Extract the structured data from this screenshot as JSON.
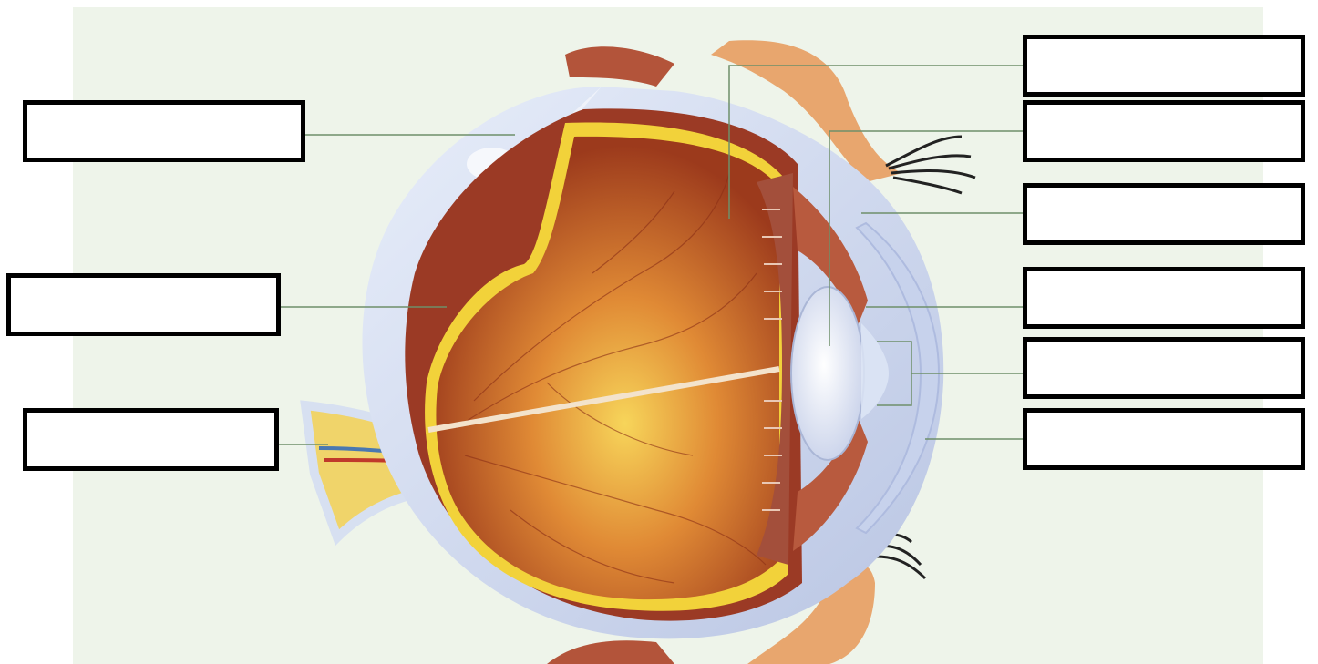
{
  "diagram": {
    "subject": "eye-cross-section",
    "colors": {
      "background": "#eef4ea",
      "sclera": "#d7e0f1",
      "choroid": "#9b3a25",
      "retina": "#f2d23a",
      "vitreous_dark": "#a8421f",
      "vitreous_light": "#f3c64a",
      "lens": "#eef2fb",
      "skin": "#e8a66e",
      "muscle": "#b3543a",
      "leader_line": "#6e8f6a",
      "box_border": "#000000"
    }
  },
  "labels": {
    "left": [
      {
        "id": "sclera",
        "text": ""
      },
      {
        "id": "retina",
        "text": ""
      },
      {
        "id": "optic-nerve",
        "text": ""
      }
    ],
    "right": [
      {
        "id": "vitreous-humor",
        "text": ""
      },
      {
        "id": "lens",
        "text": ""
      },
      {
        "id": "conjunctiva",
        "text": ""
      },
      {
        "id": "iris",
        "text": ""
      },
      {
        "id": "pupil",
        "text": ""
      },
      {
        "id": "cornea",
        "text": ""
      }
    ]
  }
}
